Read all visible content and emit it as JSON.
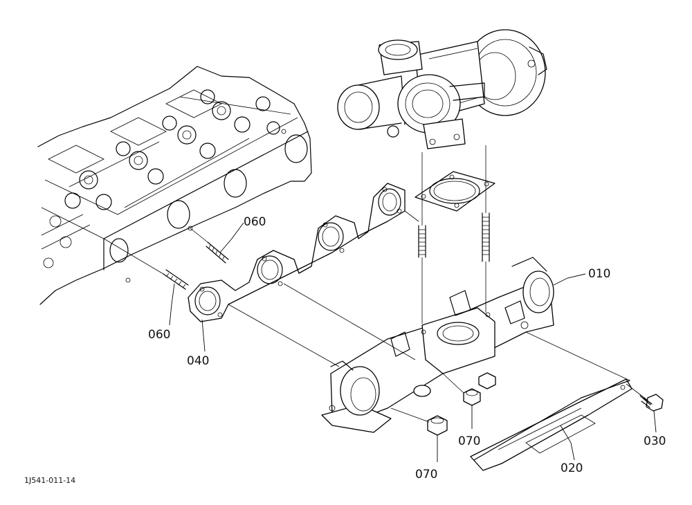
{
  "drawing_number": "1J541-011-14",
  "callouts": {
    "p010": "010",
    "p020": "020",
    "p030": "030",
    "p040": "040",
    "p060a": "060",
    "p060b": "060",
    "p070a": "070",
    "p070b": "070"
  },
  "line_color": "#000000",
  "background_color": "#ffffff"
}
